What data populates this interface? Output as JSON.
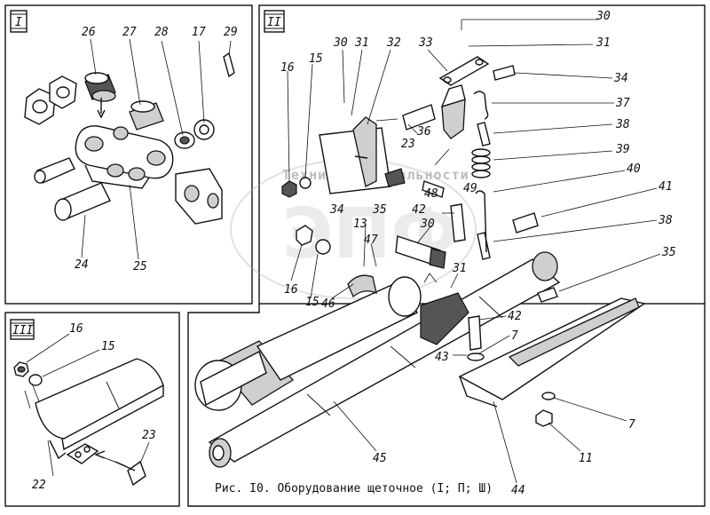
{
  "caption": "Рис. I0. Оборудование щеточное (I; П; Ш)",
  "watermark": {
    "text": "Техника специальности",
    "logo": "ЭПФ"
  },
  "panels": [
    {
      "id": "I",
      "numeral": "I"
    },
    {
      "id": "II",
      "numeral": "II"
    },
    {
      "id": "III",
      "numeral": "III"
    }
  ],
  "labels": {
    "p1": [
      "26",
      "27",
      "28",
      "17",
      "29",
      "24",
      "25"
    ],
    "p2": [
      "30",
      "31",
      "30",
      "31",
      "32",
      "33",
      "34",
      "16",
      "15",
      "37",
      "36",
      "23",
      "38",
      "39",
      "34",
      "35",
      "48",
      "49",
      "40",
      "41",
      "42",
      "30",
      "13",
      "47",
      "38",
      "35",
      "16",
      "15",
      "46",
      "31",
      "42",
      "7",
      "43",
      "7",
      "11",
      "45",
      "44"
    ],
    "p3": [
      "16",
      "15",
      "23",
      "22"
    ]
  }
}
